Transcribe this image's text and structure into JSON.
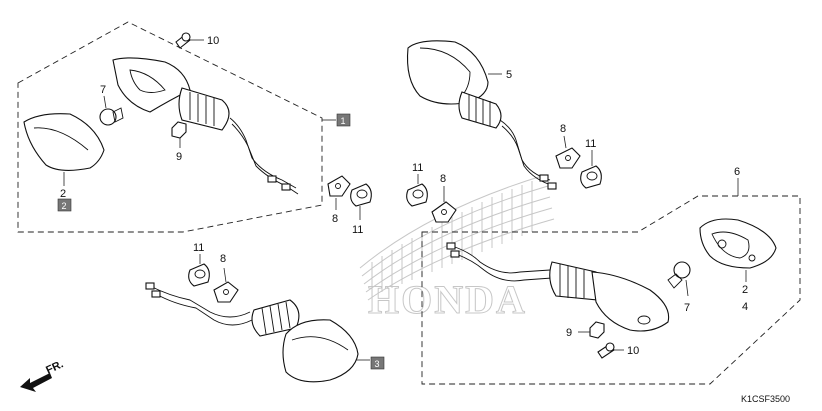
{
  "callouts": {
    "c10a": "10",
    "c7a": "7",
    "c9a": "9",
    "c2a": "2",
    "c1box": "1",
    "c2box": "2",
    "c5": "5",
    "c8a": "8",
    "c11a": "11",
    "c11b": "11",
    "c8b": "8",
    "c8c": "8",
    "c11c": "11",
    "c11d": "11",
    "c8d": "8",
    "c3box": "3",
    "c6": "6",
    "c2b": "2",
    "c4": "4",
    "c7b": "7",
    "c9b": "9",
    "c10b": "10"
  },
  "watermark": "HONDA",
  "direction_label": "FR.",
  "diagram_code": "K1CSF3500",
  "colors": {
    "line": "#111111",
    "watermark": "#9a9a9a",
    "box_fill": "#777777"
  }
}
